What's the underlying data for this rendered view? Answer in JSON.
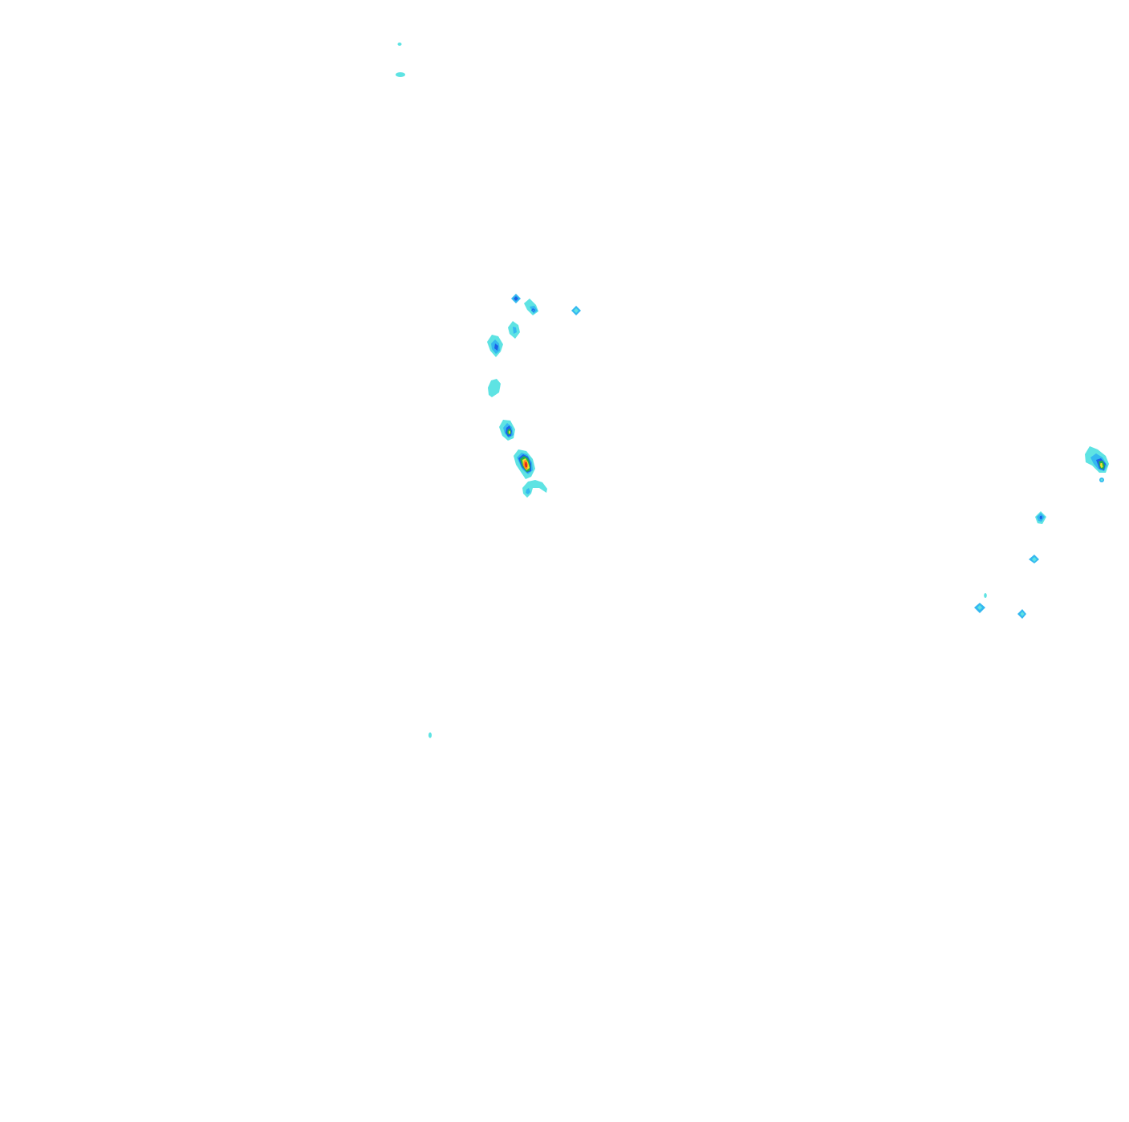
{
  "map": {
    "background": "#ffffff",
    "palette": {
      "level1": "#5ee3e3",
      "level2": "#34b8f0",
      "level3": "#1c63e6",
      "level4": "#22b24c",
      "level5": "#f0e030",
      "level6": "#ff8c1a",
      "level7": "#e02020"
    },
    "features": [
      {
        "id": "spot-a",
        "peak_level": 1
      },
      {
        "id": "spot-b",
        "peak_level": 1
      },
      {
        "id": "cluster-w-1",
        "peak_level": 3
      },
      {
        "id": "cluster-w-2",
        "peak_level": 3
      },
      {
        "id": "cluster-w-3",
        "peak_level": 2
      },
      {
        "id": "cluster-w-4",
        "peak_level": 2
      },
      {
        "id": "cluster-w-5",
        "peak_level": 3
      },
      {
        "id": "cluster-w-6",
        "peak_level": 1
      },
      {
        "id": "cluster-w-7",
        "peak_level": 4
      },
      {
        "id": "cluster-w-8",
        "peak_level": 7
      },
      {
        "id": "cluster-w-9",
        "peak_level": 2
      },
      {
        "id": "cluster-e-1",
        "peak_level": 5
      },
      {
        "id": "cluster-e-2",
        "peak_level": 3
      },
      {
        "id": "cluster-e-3",
        "peak_level": 2
      },
      {
        "id": "cluster-e-4",
        "peak_level": 2
      },
      {
        "id": "cluster-e-5",
        "peak_level": 2
      },
      {
        "id": "cluster-e-6",
        "peak_level": 1
      },
      {
        "id": "spot-c",
        "peak_level": 1
      }
    ]
  }
}
